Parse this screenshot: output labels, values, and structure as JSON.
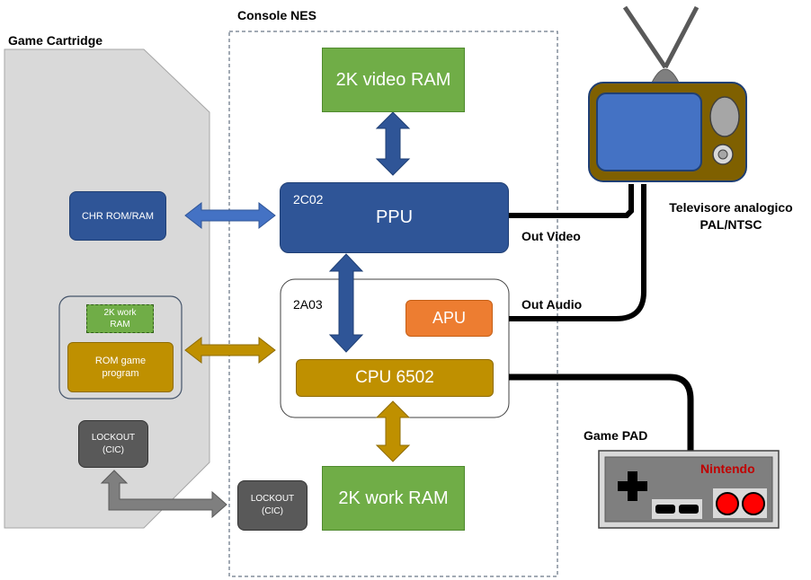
{
  "cartridge": {
    "title": "Game Cartridge",
    "chr": "CHR ROM/RAM",
    "work_ram": "2K work RAM",
    "rom": "ROM game program",
    "lockout": "LOCKOUT (CIC)"
  },
  "console": {
    "title": "Console NES",
    "video_ram": "2K video RAM",
    "ppu_code": "2C02",
    "ppu": "PPU",
    "cpu_code": "2A03",
    "apu": "APU",
    "cpu": "CPU 6502",
    "work_ram": "2K work RAM",
    "lockout": "LOCKOUT (CIC)"
  },
  "outputs": {
    "video": "Out Video",
    "audio": "Out Audio"
  },
  "tv": {
    "label": "Televisore analogico PAL/NTSC"
  },
  "pad": {
    "label": "Game PAD",
    "brand": "Nintendo"
  },
  "colors": {
    "green": "#70ad47",
    "blue": "#2f5597",
    "light_blue": "#4472c4",
    "gold": "#bf9000",
    "orange": "#ed7d31",
    "gray": "#595959",
    "tv_body": "#7f6000",
    "nintendo_red": "#c00000"
  }
}
